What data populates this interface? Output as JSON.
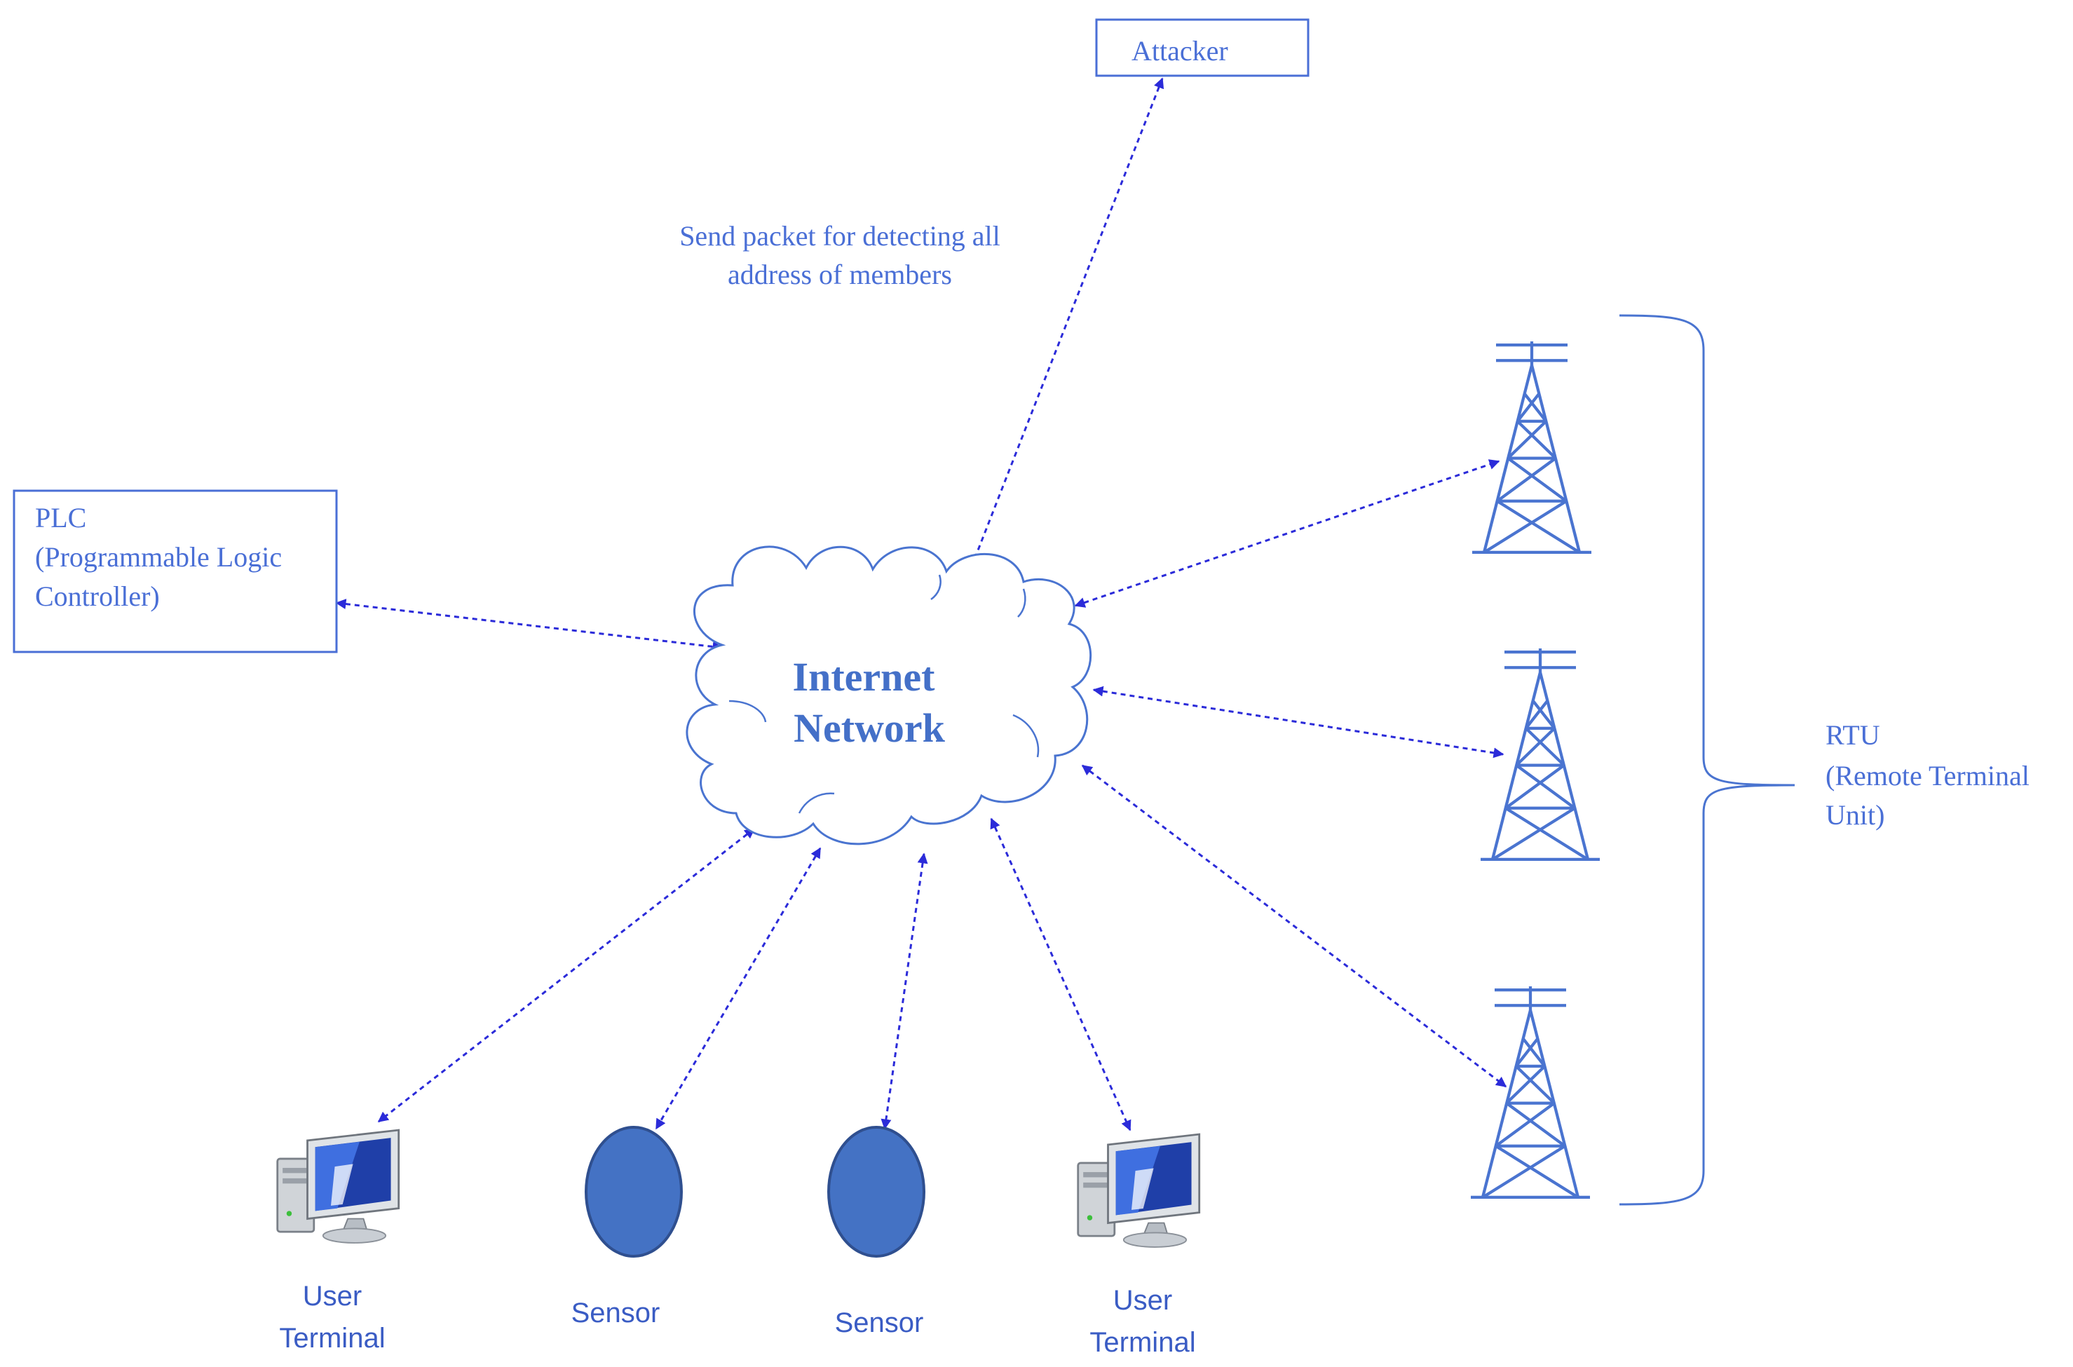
{
  "nodes": {
    "attacker": "Attacker",
    "plc": {
      "line1": "PLC",
      "line2": "(Programmable Logic",
      "line3": "Controller)"
    },
    "internet": {
      "line1": "Internet",
      "line2": "Network"
    },
    "rtu": {
      "line1": "RTU",
      "line2": "(Remote Terminal",
      "line3": "Unit)"
    },
    "user_terminal_left": {
      "line1": "User",
      "line2": "Terminal"
    },
    "sensor_left": "Sensor",
    "sensor_right": "Sensor",
    "user_terminal_right": {
      "line1": "User",
      "line2": "Terminal"
    }
  },
  "edge_labels": {
    "attacker_link": {
      "line1": "Send packet for detecting all",
      "line2": "address of members"
    }
  },
  "colors": {
    "link": "#2b2bd9",
    "text": "#4a6fd6",
    "outline": "#4a6fd6",
    "sensor_fill": "#4472c4",
    "sensor_stroke": "#2f4f8f"
  }
}
